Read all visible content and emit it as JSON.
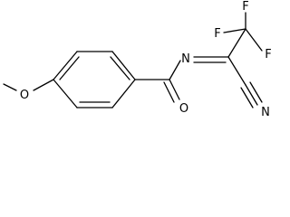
{
  "molecule": {
    "atoms": {
      "methoxy_oxygen": "O",
      "amide_oxygen": "O",
      "imine_nitrogen": "N",
      "nitrile_nitrogen": "N",
      "fluorine_top": "F",
      "fluorine_left": "F",
      "fluorine_right": "F"
    }
  }
}
